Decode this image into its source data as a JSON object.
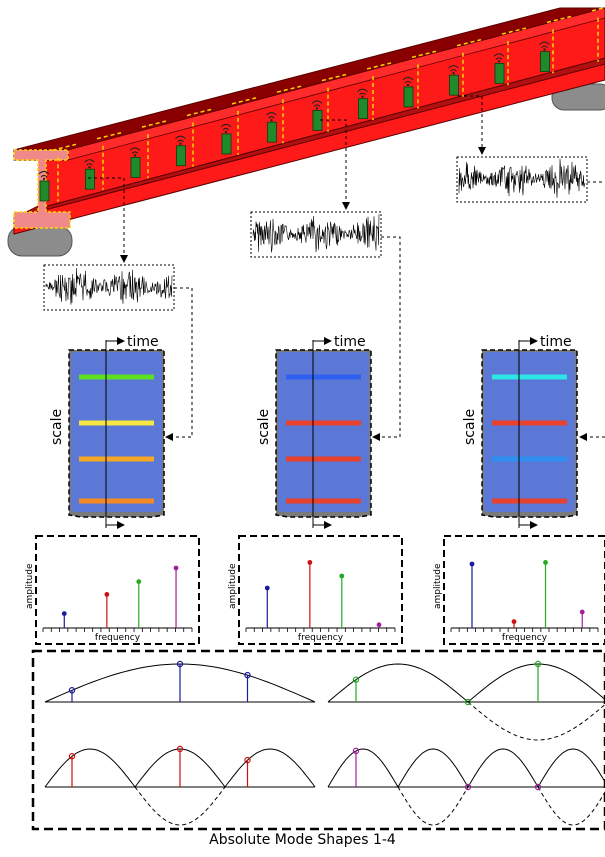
{
  "labels": {
    "time": "time",
    "scale": "scale",
    "amplitude": "amplitude",
    "frequency": "frequency",
    "caption": "Absolute Mode Shapes 1-4"
  },
  "colors": {
    "beam": "#ff1a1a",
    "beam_shadow": "#7a0000",
    "joint": "#ffd400",
    "sensor": "#1f8a2a",
    "support": "#8c8c8c",
    "spectrogram_bg": "#5b78d6",
    "mode1": "#1a1aa0",
    "mode2": "#cc1111",
    "mode3": "#22aa22",
    "mode4": "#a0209a"
  },
  "spectrograms": [
    {
      "bands": [
        "#5ee01e",
        "#f5e642",
        "#f5a623",
        "#f58a23"
      ]
    },
    {
      "bands": [
        "#2f5ff0",
        "#e8412e",
        "#e8412e",
        "#e8412e"
      ]
    },
    {
      "bands": [
        "#2ee6e6",
        "#e8412e",
        "#2f8ff0",
        "#e8412e"
      ]
    }
  ],
  "chart_data": [
    {
      "type": "stem",
      "xlabel": "frequency",
      "ylabel": "amplitude",
      "series": [
        {
          "color": "mode1",
          "values": [
            {
              "x": 2,
              "y": 0.18
            }
          ]
        },
        {
          "color": "mode2",
          "values": [
            {
              "x": 6,
              "y": 0.42
            }
          ]
        },
        {
          "color": "mode3",
          "values": [
            {
              "x": 9,
              "y": 0.58
            }
          ]
        },
        {
          "color": "mode4",
          "values": [
            {
              "x": 12.5,
              "y": 0.75
            }
          ]
        }
      ]
    },
    {
      "type": "stem",
      "xlabel": "frequency",
      "ylabel": "amplitude",
      "series": [
        {
          "color": "mode1",
          "values": [
            {
              "x": 2,
              "y": 0.5
            }
          ]
        },
        {
          "color": "mode2",
          "values": [
            {
              "x": 6,
              "y": 0.82
            }
          ]
        },
        {
          "color": "mode3",
          "values": [
            {
              "x": 9,
              "y": 0.65
            }
          ]
        },
        {
          "color": "mode4",
          "values": [
            {
              "x": 12.5,
              "y": 0.04
            }
          ]
        }
      ]
    },
    {
      "type": "stem",
      "xlabel": "frequency",
      "ylabel": "amplitude",
      "series": [
        {
          "color": "mode1",
          "values": [
            {
              "x": 2,
              "y": 0.8
            }
          ]
        },
        {
          "color": "mode2",
          "values": [
            {
              "x": 6,
              "y": 0.08
            }
          ]
        },
        {
          "color": "mode3",
          "values": [
            {
              "x": 9,
              "y": 0.82
            }
          ]
        },
        {
          "color": "mode4",
          "values": [
            {
              "x": 12.5,
              "y": 0.2
            }
          ]
        }
      ]
    }
  ],
  "mode_shapes": [
    {
      "mode": 1,
      "color": "mode1"
    },
    {
      "mode": 2,
      "color": "mode3"
    },
    {
      "mode": 3,
      "color": "mode2"
    },
    {
      "mode": 4,
      "color": "mode4"
    }
  ]
}
